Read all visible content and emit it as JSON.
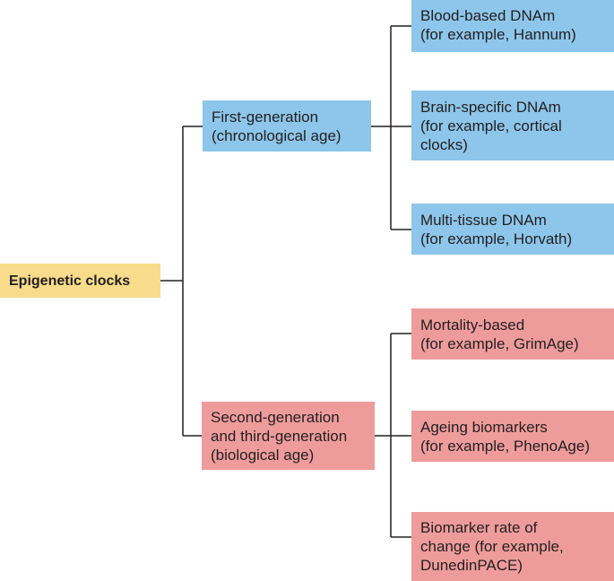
{
  "colors": {
    "root_fill": "#f8dc8b",
    "first_gen_fill": "#8dc6ea",
    "second_gen_fill": "#ee9c9b",
    "connector_line": "#231f20"
  },
  "root": {
    "label": "Epigenetic clocks"
  },
  "first_generation": {
    "lines": [
      "First-generation",
      "(chronological age)"
    ],
    "children": [
      {
        "lines": [
          "Blood-based DNAm",
          "(for example, Hannum)"
        ]
      },
      {
        "lines": [
          "Brain-specific DNAm",
          "(for example, cortical",
          "clocks)"
        ]
      },
      {
        "lines": [
          "Multi-tissue DNAm",
          "(for example, Horvath)"
        ]
      }
    ]
  },
  "second_generation": {
    "lines": [
      "Second-generation",
      "and third-generation",
      "(biological age)"
    ],
    "children": [
      {
        "lines": [
          "Mortality-based",
          "(for example, GrimAge)"
        ]
      },
      {
        "lines": [
          "Ageing biomarkers",
          "(for example, PhenoAge)"
        ]
      },
      {
        "lines": [
          "Biomarker rate of",
          "change (for example,",
          "DunedinPACE)"
        ]
      }
    ]
  }
}
